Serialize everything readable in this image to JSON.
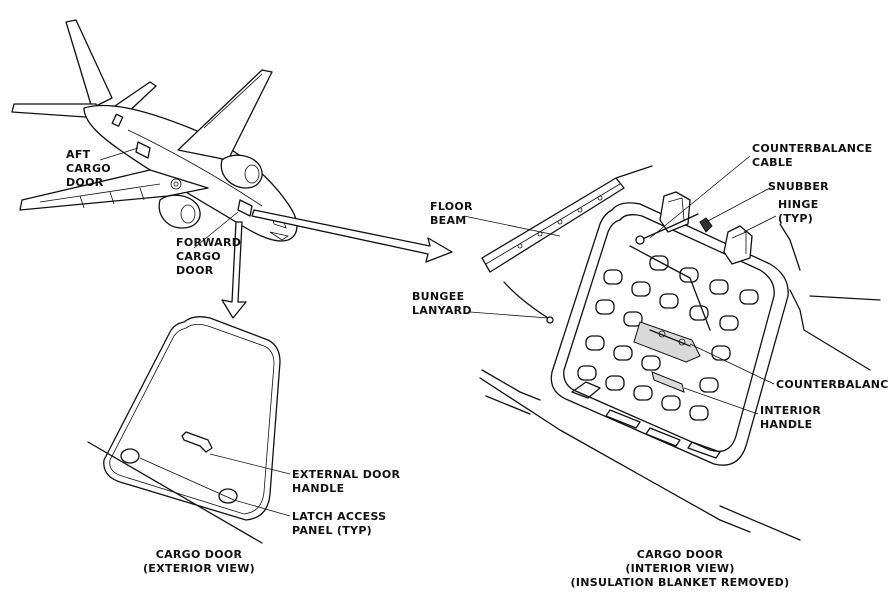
{
  "labels": {
    "aft_cargo_door": [
      "AFT",
      "CARGO",
      "DOOR"
    ],
    "forward_cargo_door": [
      "FORWARD",
      "CARGO",
      "DOOR"
    ],
    "floor_beam": [
      "FLOOR",
      "BEAM"
    ],
    "bungee_lanyard": [
      "BUNGEE",
      "LANYARD"
    ],
    "counterbalance_cable": [
      "COUNTERBALANCE",
      "CABLE"
    ],
    "snubber": [
      "SNUBBER"
    ],
    "hinge": [
      "HINGE",
      "(TYP)"
    ],
    "counterbalance": [
      "COUNTERBALANCE"
    ],
    "interior_handle": [
      "INTERIOR",
      "HANDLE"
    ],
    "external_door_handle": [
      "EXTERNAL DOOR",
      "HANDLE"
    ],
    "latch_access_panel": [
      "LATCH ACCESS",
      "PANEL (TYP)"
    ]
  },
  "captions": {
    "exterior": [
      "CARGO DOOR",
      "(EXTERIOR VIEW)"
    ],
    "interior": [
      "CARGO DOOR",
      "(INTERIOR VIEW)",
      "(INSULATION BLANKET REMOVED)"
    ]
  }
}
